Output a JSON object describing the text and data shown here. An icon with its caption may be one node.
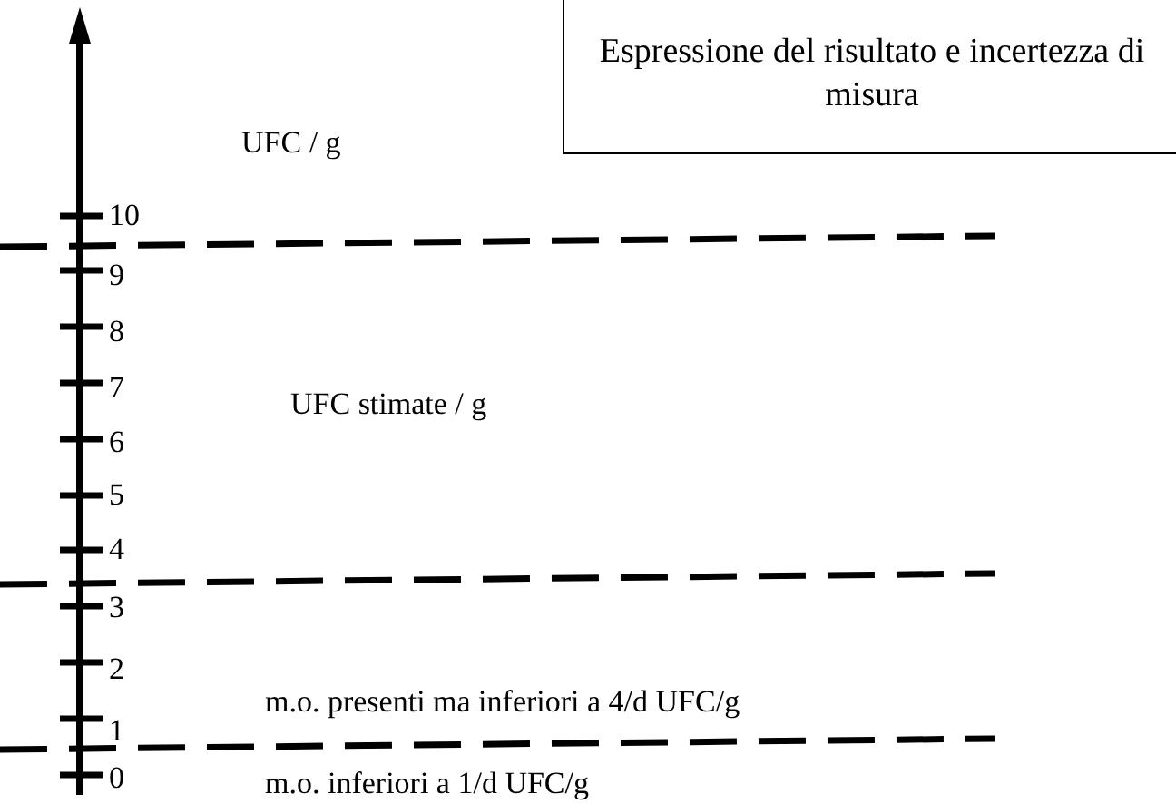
{
  "diagram": {
    "nodes": [
      {
        "text": [
          "Espressione del risultato e incertezza di misura"
        ]
      }
    ],
    "labels": [
      "UFC / g",
      "10",
      "9",
      "8",
      "7",
      "UFC stimate / g",
      "6",
      "5",
      "4",
      "3",
      "2",
      "m.o. presenti ma inferiori a 4/d UFC/g",
      "1",
      "0",
      "m.o. inferiori a 1/d UFC/g"
    ]
  }
}
